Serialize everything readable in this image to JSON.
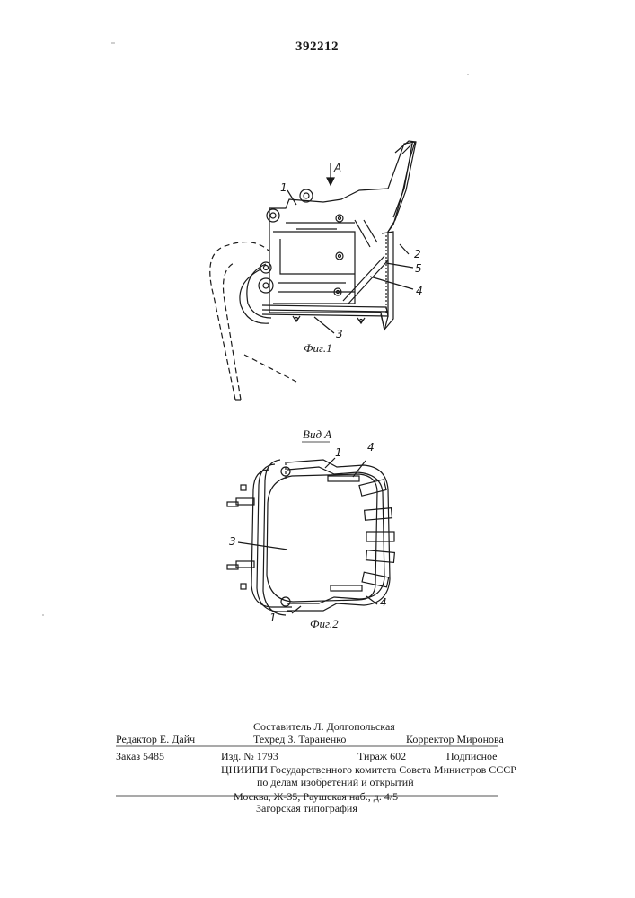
{
  "document": {
    "patent_number": "392212"
  },
  "figure1": {
    "caption": "Фиг.1",
    "view_arrow_label": "A",
    "callouts": [
      "1",
      "2",
      "5",
      "4",
      "3"
    ]
  },
  "figure2": {
    "view_title": "Вид А",
    "caption": "Фиг.2",
    "callouts": [
      "1",
      "4",
      "3",
      "4",
      "1"
    ]
  },
  "colophon": {
    "compiler": "Составитель Л. Долгопольская",
    "editor": "Редактор Е. Дайч",
    "techred": "Техред З. Тараненко",
    "corrector": "Корректор Миронова",
    "order": "Заказ 5485",
    "edition": "Изд. № 1793",
    "print_run": "Тираж 602",
    "subscription": "Подписное",
    "institute_line1": "ЦНИИПИ Государственного комитета Совета Министров СССР",
    "institute_line2": "по делам изобретений и открытий",
    "address": "Москва, Ж-35, Раушская наб., д. 4/5",
    "printer": "Загорская типография"
  }
}
